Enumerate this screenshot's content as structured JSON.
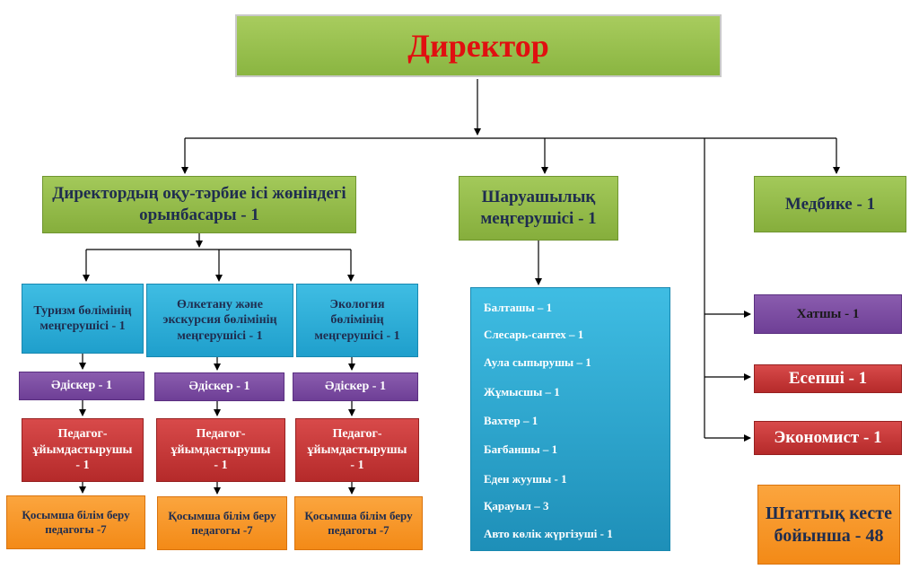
{
  "director": "Директор",
  "deputy": "Директордың оқу-тәрбие ісі жөніндегі орынбасары - 1",
  "household_head": "Шаруашылық меңгерушісі - 1",
  "nurse": "Медбике - 1",
  "departments": [
    {
      "head": "Туризм бөлімінің меңгерушісі - 1",
      "methodist": "Әдіскер - 1",
      "organizer": "Педагог-ұйымдастырушы - 1",
      "teachers": "Қосымша білім беру педагогы -7"
    },
    {
      "head": "Өлкетану және экскурсия бөлімінің меңгерушісі - 1",
      "methodist": "Әдіскер - 1",
      "organizer": "Педагог-ұйымдастырушы - 1",
      "teachers": "Қосымша білім беру педагогы -7"
    },
    {
      "head": "Экология бөлімінің меңгерушісі - 1",
      "methodist": "Әдіскер - 1",
      "organizer": "Педагог-ұйымдастырушы - 1",
      "teachers": "Қосымша білім беру педагогы -7"
    }
  ],
  "staff": [
    "Балташы – 1",
    "Слесарь-сантех – 1",
    "Аула сыпырушы – 1",
    "Жұмысшы – 1",
    "Вахтер – 1",
    "Бағбаншы – 1",
    "Еден жуушы - 1",
    "Қарауыл – 3",
    "Авто көлік жүргізуші - 1"
  ],
  "secretary": "Хатшы - 1",
  "accountant": "Есепші - 1",
  "economist": "Экономист - 1",
  "total": "Штаттық кесте бойынша - 48"
}
